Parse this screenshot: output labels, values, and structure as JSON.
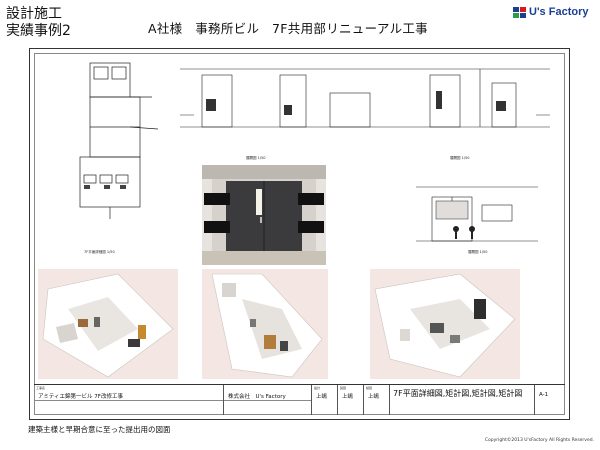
{
  "header": {
    "slide_title_line1": "設計施工",
    "slide_title_line2": "実績事例2",
    "project_title": "A社様　事務所ビル　7F共用部リニューアル工事",
    "logo_text": "U's Factory"
  },
  "drawing_labels": {
    "plan": "7F平面詳細図 1/50",
    "section_a": "展開図 1/50",
    "section_b": "展開図 1/50",
    "section_c": "展開図 1/50"
  },
  "title_block": {
    "project_label": "工事名",
    "project_name": "アミティエ錦第一ビル 7F改修工事",
    "company": "株式会社　U's Factory",
    "designer_label": "設計",
    "designer": "上嶋",
    "checker_label": "製図",
    "checker": "上嶋",
    "approver_label": "検図",
    "approver": "上嶋",
    "drawing_title": "7F平面詳細図,矩計図,矩計図,矩計図",
    "sheet_no": "A-1"
  },
  "caption": "建築主様と早期合意に至った提出用の図面",
  "copyright": "Copyright©2013 U'sFactory All Rights Reserved."
}
